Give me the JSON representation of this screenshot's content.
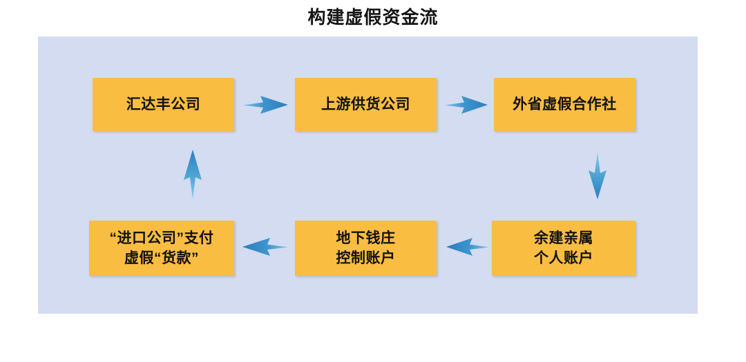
{
  "title": "构建虚假资金流",
  "colors": {
    "panel_background": "#D3DCF1",
    "box_fill": "#F9BD41",
    "box_text": "#111111",
    "arrow_dark": "#2E7FBF",
    "arrow_light": "#68CBE9",
    "title_text": "#141414",
    "page_background": "#FFFFFF"
  },
  "diagram": {
    "type": "flow",
    "panel": {
      "label": "flow-diagram-panel"
    },
    "nodes": [
      {
        "id": "huidafeng",
        "lines": [
          "汇达丰公司"
        ],
        "row": 1,
        "column": 1
      },
      {
        "id": "supplier",
        "lines": [
          "上游供货公司"
        ],
        "row": 1,
        "column": 2
      },
      {
        "id": "fake-coop",
        "lines": [
          "外省虚假合作社"
        ],
        "row": 1,
        "column": 3
      },
      {
        "id": "import-payment",
        "lines": [
          "“进口公司”支付",
          "虚假“货款”"
        ],
        "row": 2,
        "column": 1
      },
      {
        "id": "underground-bank",
        "lines": [
          "地下钱庄",
          "控制账户"
        ],
        "row": 2,
        "column": 2
      },
      {
        "id": "relative-account",
        "lines": [
          "余建亲属",
          "个人账户"
        ],
        "row": 2,
        "column": 3
      }
    ],
    "arrows": [
      {
        "id": "a1",
        "from": "huidafeng",
        "to": "supplier",
        "direction": "right",
        "icon": "arrow-right-icon"
      },
      {
        "id": "a2",
        "from": "supplier",
        "to": "fake-coop",
        "direction": "right",
        "icon": "arrow-right-icon"
      },
      {
        "id": "a3",
        "from": "fake-coop",
        "to": "relative-account",
        "direction": "down",
        "icon": "arrow-down-icon"
      },
      {
        "id": "a4",
        "from": "relative-account",
        "to": "underground-bank",
        "direction": "left",
        "icon": "arrow-left-icon"
      },
      {
        "id": "a5",
        "from": "underground-bank",
        "to": "import-payment",
        "direction": "left",
        "icon": "arrow-left-icon"
      },
      {
        "id": "a6",
        "from": "import-payment",
        "to": "huidafeng",
        "direction": "up",
        "icon": "arrow-up-icon"
      }
    ]
  }
}
